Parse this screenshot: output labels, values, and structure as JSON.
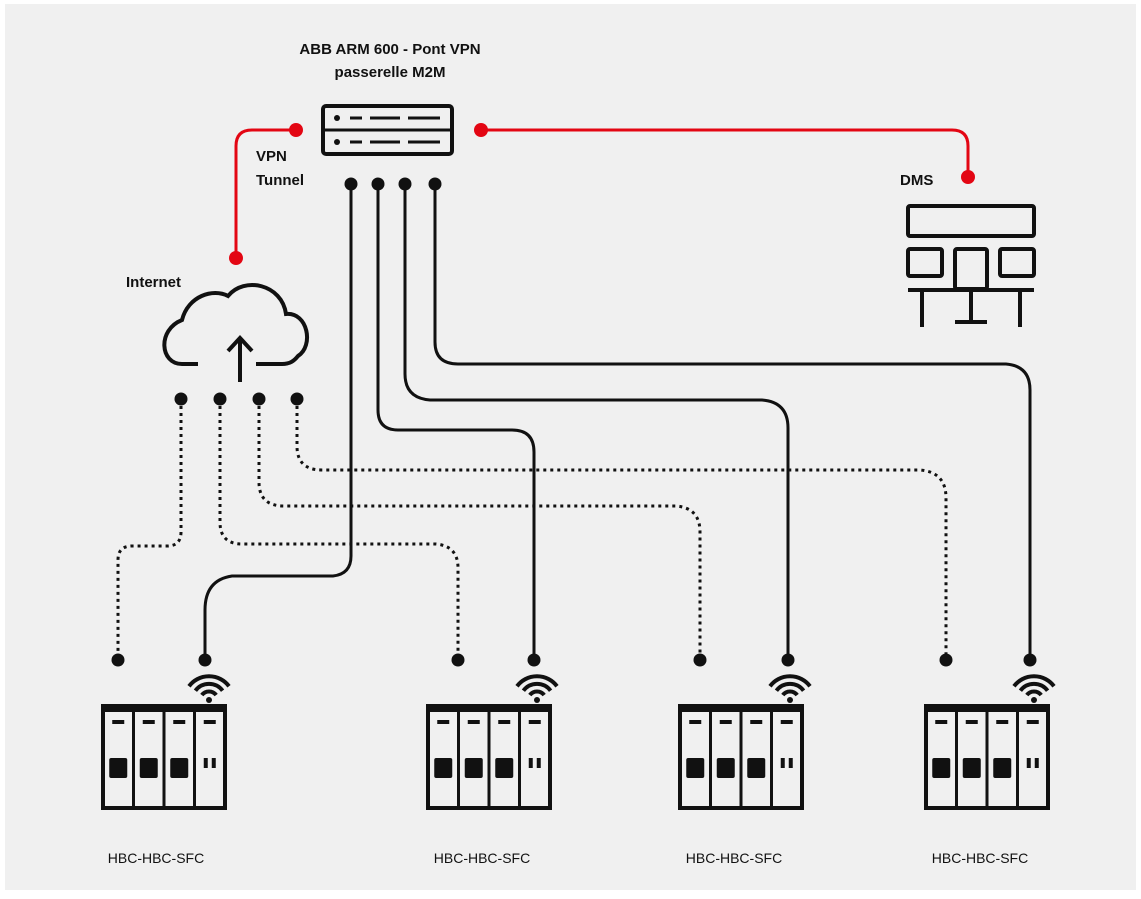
{
  "diagram": {
    "router": {
      "title_line1": "ABB ARM 600 -  Pont VPN",
      "title_line2": "passerelle M2M"
    },
    "vpn_label_line1": "VPN",
    "vpn_label_line2": "Tunnel",
    "internet_label": "Internet",
    "dms_label": "DMS",
    "devices": [
      {
        "label": "HBC-HBC-SFC"
      },
      {
        "label": "HBC-HBC-SFC"
      },
      {
        "label": "HBC-HBC-SFC"
      },
      {
        "label": "HBC-HBC-SFC"
      }
    ],
    "colors": {
      "background": "#f0f0f0",
      "frame": "#ffffff",
      "line": "#111111",
      "accent": "#e30613"
    }
  }
}
